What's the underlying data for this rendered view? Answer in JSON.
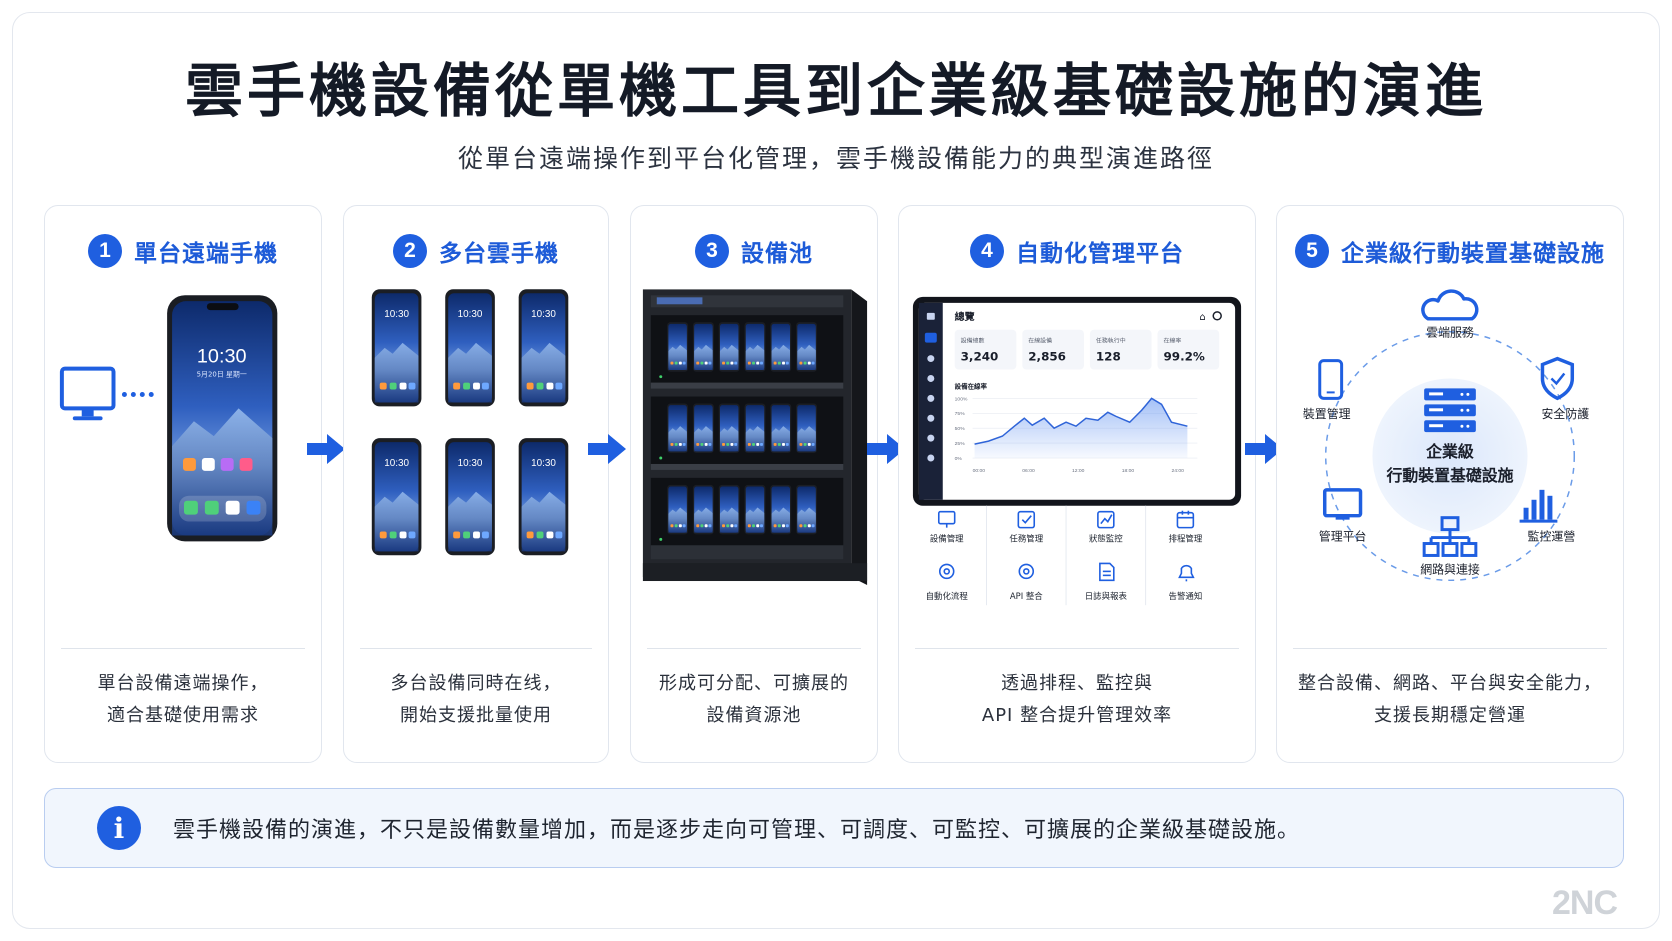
{
  "title": "雲手機設備從單機工具到企業級基礎設施的演進",
  "subtitle": "從單台遠端操作到平台化管理，雲手機設備能力的典型演進路徑",
  "colors": {
    "accent": "#1f5fe0",
    "title_blue": "#1d5bd8",
    "info_bg": "#f1f6fd"
  },
  "stages": [
    {
      "num": "1",
      "title": "單台遠端手機",
      "desc": [
        "單台設備遠端操作，",
        "適合基礎使用需求"
      ],
      "phone_time": "10:30",
      "phone_date": "5月20日 星期一"
    },
    {
      "num": "2",
      "title": "多台雲手機",
      "desc": [
        "多台設備同時在线，",
        "開始支援批量使用"
      ],
      "phone_time": "10:30"
    },
    {
      "num": "3",
      "title": "設備池",
      "desc": [
        "形成可分配、可擴展的",
        "設備資源池"
      ]
    },
    {
      "num": "4",
      "title": "自動化管理平台",
      "desc": [
        "透過排程、監控與",
        "API 整合提升管理效率"
      ]
    },
    {
      "num": "5",
      "title": "企業級行動裝置基礎設施",
      "desc": [
        "整合設備、網路、平台與安全能力，",
        "支援長期穩定營運"
      ]
    }
  ],
  "dashboard": {
    "header": "總覽",
    "stats": [
      {
        "label": "設備總數",
        "value": "3,240"
      },
      {
        "label": "在線設備",
        "value": "2,856"
      },
      {
        "label": "任務執行中",
        "value": "128"
      },
      {
        "label": "在線率",
        "value": "99.2%"
      }
    ],
    "chart_title": "設備在線率",
    "y_ticks": [
      "100%",
      "75%",
      "50%",
      "25%",
      "0%"
    ],
    "x_ticks": [
      "00:00",
      "06:00",
      "12:00",
      "18:00",
      "24:00"
    ],
    "features": [
      "設備管理",
      "任務管理",
      "狀態監控",
      "排程管理",
      "自動化流程",
      "API 整合",
      "日誌與報表",
      "告警通知"
    ]
  },
  "infra": {
    "center_line1": "企業級",
    "center_line2": "行動裝置基礎設施",
    "nodes": [
      "雲端服務",
      "安全防護",
      "監控運營",
      "網路與連接",
      "管理平台",
      "裝置管理"
    ]
  },
  "info": {
    "icon": "i",
    "text": "雲手機設備的演進，不只是設備數量增加，而是逐步走向可管理、可調度、可監控、可擴展的企業級基礎設施。"
  },
  "watermark": "2NC"
}
